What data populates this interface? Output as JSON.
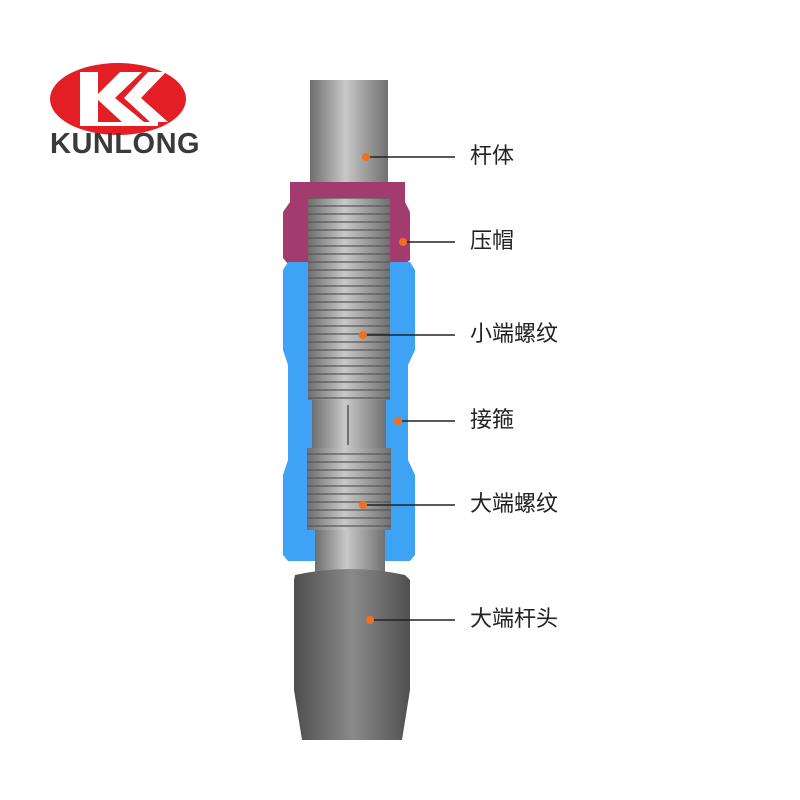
{
  "logo": {
    "mark": "KK",
    "brand": "KUNLONG",
    "color": "#e31e24"
  },
  "labels": [
    {
      "text": "杆体"
    },
    {
      "text": "压帽"
    },
    {
      "text": "小端螺纹"
    },
    {
      "text": "接箍"
    },
    {
      "text": "大端螺纹"
    },
    {
      "text": "大端杆头"
    }
  ],
  "colors": {
    "cap": "#a33b6e",
    "coupling": "#3fa3f5",
    "rod": "#9a9a9a",
    "marker": "#f07020"
  }
}
